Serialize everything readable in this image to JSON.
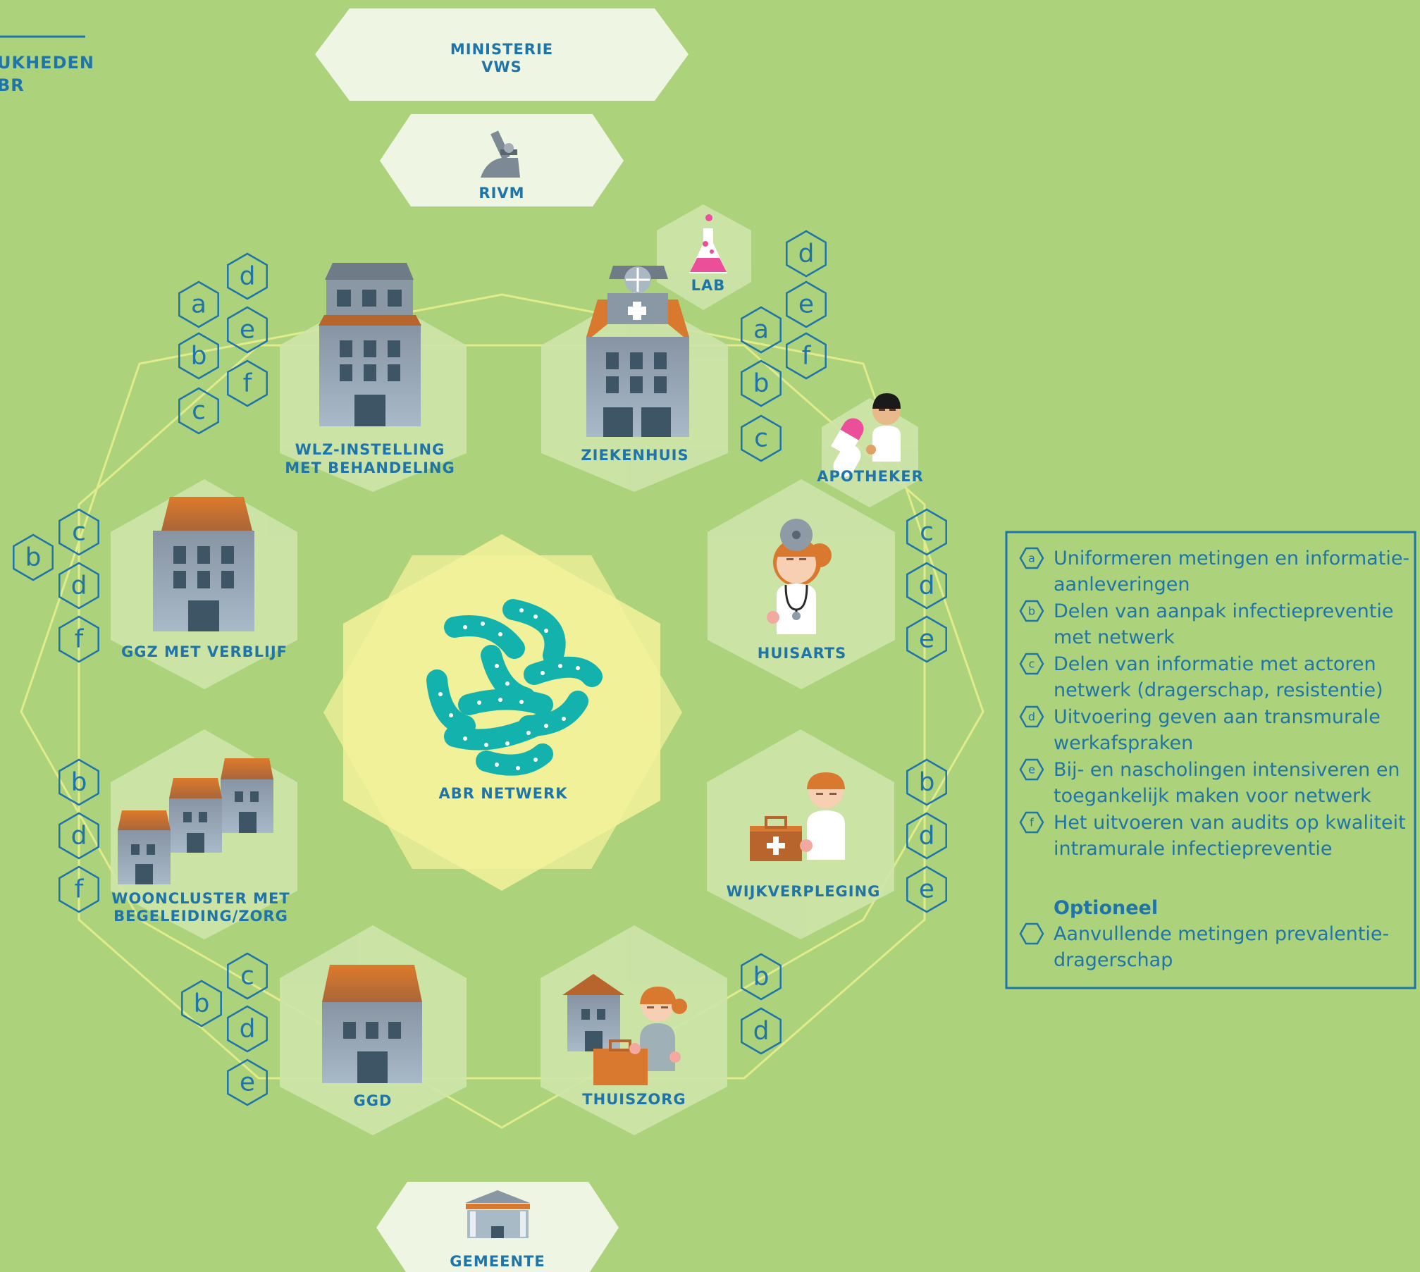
{
  "title": {
    "line1": "UKHEDEN",
    "line2": "BR"
  },
  "top": {
    "ministerie_line1": "MINISTERIE",
    "ministerie_line2": "VWS",
    "rivm": "RIVM",
    "gemeente": "GEMEENTE"
  },
  "center": {
    "label": "ABR NETWERK"
  },
  "nodes": {
    "wlz_line1": "WLZ-INSTELLING",
    "wlz_line2": "MET BEHANDELING",
    "ziekenhuis": "ZIEKENHUIS",
    "lab": "LAB",
    "apotheker": "APOTHEKER",
    "ggz": "GGZ MET VERBLIJF",
    "huisarts": "HUISARTS",
    "woon_line1": "WOONCLUSTER MET",
    "woon_line2": "BEGELEIDING/ZORG",
    "wijk": "WIJKVERPLEGING",
    "ggd": "GGD",
    "thuiszorg": "THUISZORG"
  },
  "tags": {
    "wlz": [
      "a",
      "b",
      "c",
      "d",
      "e",
      "f"
    ],
    "ziekenhuis": [
      "a",
      "b",
      "c",
      "d",
      "e",
      "f"
    ],
    "ggz": [
      "b",
      "c",
      "d",
      "f"
    ],
    "huisarts": [
      "c",
      "d",
      "e"
    ],
    "woon": [
      "b",
      "d",
      "f"
    ],
    "wijk": [
      "b",
      "d",
      "e"
    ],
    "ggd": [
      "b",
      "c",
      "d",
      "e"
    ],
    "thuiszorg": [
      "b",
      "d"
    ]
  },
  "legend": {
    "items": [
      {
        "key": "a",
        "line1": "Uniformeren metingen en informatie-",
        "line2": "aanleveringen"
      },
      {
        "key": "b",
        "line1": "Delen van aanpak infectiepreventie",
        "line2": "met netwerk"
      },
      {
        "key": "c",
        "line1": "Delen van informatie met actoren",
        "line2": "netwerk (dragerschap, resistentie)"
      },
      {
        "key": "d",
        "line1": "Uitvoering geven aan transmurale",
        "line2": "werkafspraken"
      },
      {
        "key": "e",
        "line1": "Bij- en nascholingen intensiveren en",
        "line2": "toegankelijk maken voor netwerk"
      },
      {
        "key": "f",
        "line1": "Het uitvoeren van audits op kwaliteit",
        "line2": "intramurale infectiepreventie"
      }
    ],
    "optional_title": "Optioneel",
    "optional_line1": "Aanvullende metingen prevalentie-",
    "optional_line2": "dragerschap"
  },
  "colors": {
    "background": "#acd37b",
    "text_blue": "#1f74a8",
    "hex_fill": "#cfe4ab",
    "center_fill": "#f5f29b",
    "bacteria": "#14b2ad",
    "building_gray": "#94a3b3",
    "roof_orange": "#d9792f"
  }
}
